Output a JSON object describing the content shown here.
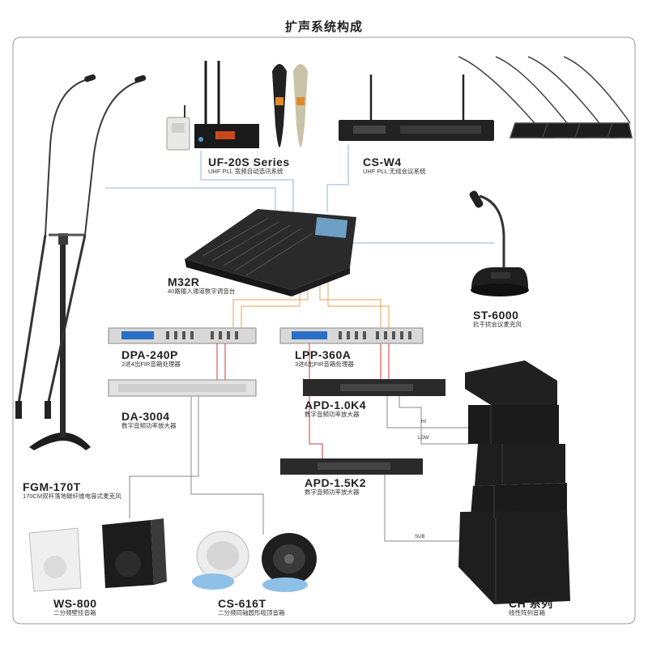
{
  "title": "扩声系统构成",
  "colors": {
    "blue_line": "#8fb4d9",
    "orange_line": "#e6a257",
    "red_line": "#cc3a3a",
    "gray_line": "#8a8a8a",
    "frame": "#9a9a9a"
  },
  "devices": {
    "uf20s": {
      "model": "UF-20S Series",
      "desc": "UHF PLL 宽频自动选讯系统"
    },
    "csw4": {
      "model": "CS-W4",
      "desc": "UHF PLL 无线会议系统"
    },
    "m32r": {
      "model": "M32R",
      "desc": "40路输入通道数字调音台"
    },
    "st6000": {
      "model": "ST-6000",
      "desc": "抗干扰会议麦克风"
    },
    "dpa240p": {
      "model": "DPA-240P",
      "desc": "2进4出FIR音箱处理器"
    },
    "lpp360a": {
      "model": "LPP-360A",
      "desc": "3进6出FIR音箱处理器"
    },
    "da3004": {
      "model": "DA-3004",
      "desc": "数字音频功率放大器"
    },
    "apd10k4": {
      "model": "APD-1.0K4",
      "desc": "数字音频功率放大器"
    },
    "apd15k2": {
      "model": "APD-1.5K2",
      "desc": "数字音频功率放大器"
    },
    "fgm170t": {
      "model": "FGM-170T",
      "desc": "170CM双杆落地碳纤维电容式麦克风"
    },
    "ws800": {
      "model": "WS-800",
      "desc": "二分频壁挂音箱"
    },
    "cs616t": {
      "model": "CS-616T",
      "desc": "二分频同轴圆形吸顶音箱"
    },
    "ch": {
      "model": "CH 系列",
      "desc": "线性阵列音箱"
    }
  },
  "signal_labels": {
    "hi": "HI",
    "low": "LOW",
    "sub": "SUB"
  }
}
